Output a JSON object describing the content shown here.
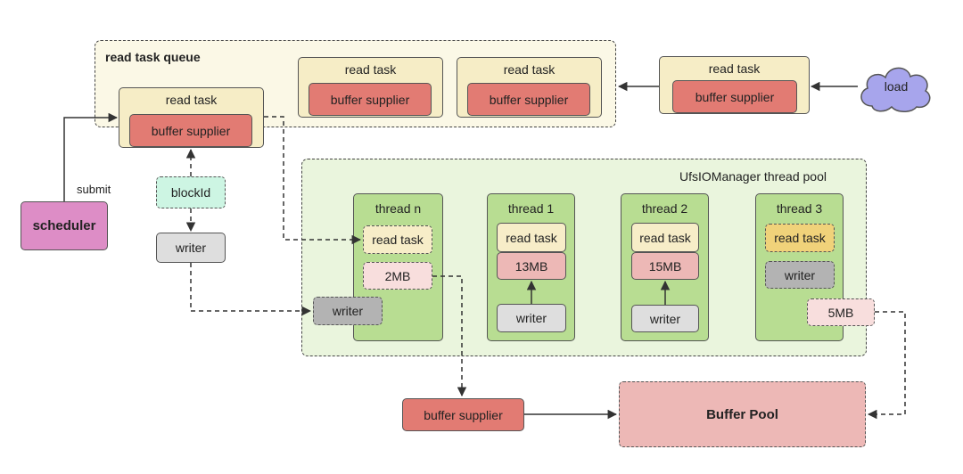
{
  "diagram": {
    "queue": {
      "title": "read task queue",
      "tasks": [
        {
          "label": "read task",
          "supplier": "buffer supplier"
        },
        {
          "label": "read task",
          "supplier": "buffer supplier"
        },
        {
          "label": "read task",
          "supplier": "buffer supplier"
        }
      ]
    },
    "incoming_task": {
      "label": "read task",
      "supplier": "buffer supplier"
    },
    "load": "load",
    "scheduler": "scheduler",
    "submit": "submit",
    "block_id": "blockId",
    "writer_left": "writer",
    "pool": {
      "title": "UfsIOManager thread pool",
      "threads": [
        {
          "label": "thread n",
          "task": "read task",
          "buffer": "2MB",
          "writer": "writer"
        },
        {
          "label": "thread 1",
          "task": "read task",
          "buffer": "13MB",
          "writer": "writer"
        },
        {
          "label": "thread 2",
          "task": "read task",
          "buffer": "15MB",
          "writer": "writer"
        },
        {
          "label": "thread 3",
          "task": "read task",
          "buffer": "5MB",
          "writer": "writer"
        }
      ]
    },
    "bottom_supplier": "buffer supplier",
    "buffer_pool": "Buffer Pool"
  },
  "colors": {
    "queue_bg": "#fbf8e6",
    "pool_bg": "#eaf5dd",
    "task_bg": "#f6edc6",
    "supplier_bg": "#e27b73",
    "thread_bg": "#b8dd92",
    "scheduler_bg": "#dd8dc6",
    "load_cloud": "#a7a5ec",
    "block_id_bg": "#cdf5e3",
    "buffer_pool_bg": "#edb8b6"
  }
}
